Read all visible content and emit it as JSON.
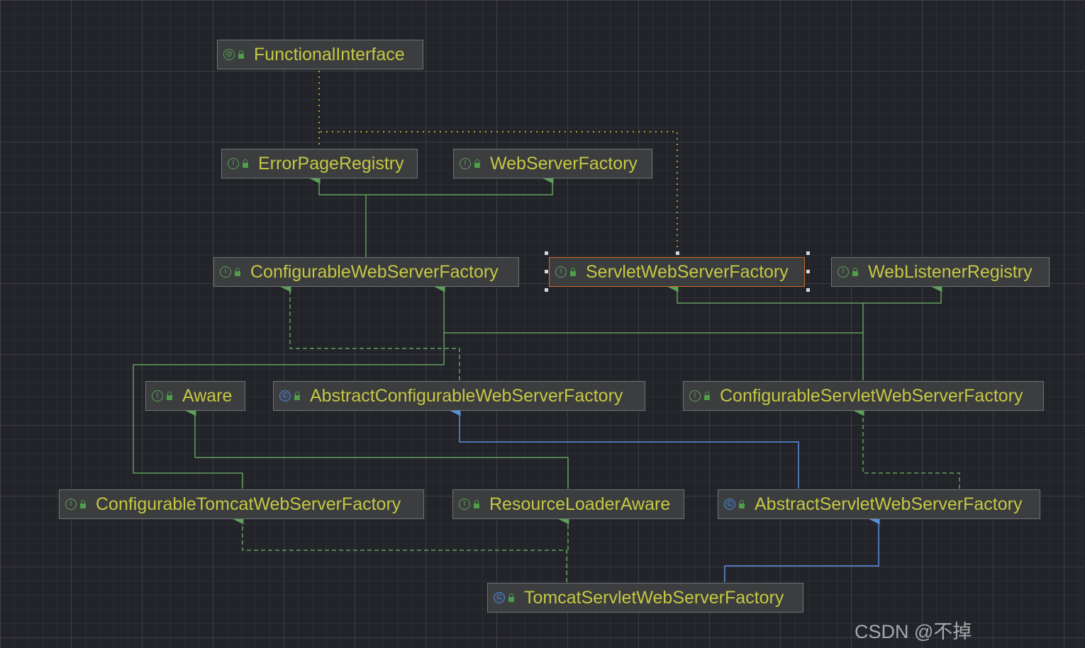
{
  "nodes": {
    "functional_interface": {
      "label": "FunctionalInterface",
      "kind": "annotation",
      "badge": "@"
    },
    "error_page_registry": {
      "label": "ErrorPageRegistry",
      "kind": "interface",
      "badge": "I"
    },
    "web_server_factory": {
      "label": "WebServerFactory",
      "kind": "interface",
      "badge": "I"
    },
    "configurable_web_server_factory": {
      "label": "ConfigurableWebServerFactory",
      "kind": "interface",
      "badge": "I"
    },
    "servlet_web_server_factory": {
      "label": "ServletWebServerFactory",
      "kind": "interface",
      "badge": "I",
      "selected": true
    },
    "web_listener_registry": {
      "label": "WebListenerRegistry",
      "kind": "interface",
      "badge": "I"
    },
    "aware": {
      "label": "Aware",
      "kind": "interface",
      "badge": "I"
    },
    "abstract_configurable_web_server_factory": {
      "label": "AbstractConfigurableWebServerFactory",
      "kind": "abstract-class",
      "badge": "C"
    },
    "configurable_servlet_web_server_factory": {
      "label": "ConfigurableServletWebServerFactory",
      "kind": "interface",
      "badge": "I"
    },
    "configurable_tomcat_web_server_factory": {
      "label": "ConfigurableTomcatWebServerFactory",
      "kind": "interface",
      "badge": "I"
    },
    "resource_loader_aware": {
      "label": "ResourceLoaderAware",
      "kind": "interface",
      "badge": "I"
    },
    "abstract_servlet_web_server_factory": {
      "label": "AbstractServletWebServerFactory",
      "kind": "abstract-class",
      "badge": "C"
    },
    "tomcat_servlet_web_server_factory": {
      "label": "TomcatServletWebServerFactory",
      "kind": "class",
      "badge": "C"
    }
  },
  "relations": [
    {
      "from": "servlet_web_server_factory",
      "to": "functional_interface",
      "type": "annotated-by"
    },
    {
      "from": "configurable_web_server_factory",
      "to": "error_page_registry",
      "type": "extends"
    },
    {
      "from": "configurable_web_server_factory",
      "to": "web_server_factory",
      "type": "extends"
    },
    {
      "from": "configurable_servlet_web_server_factory",
      "to": "servlet_web_server_factory",
      "type": "extends"
    },
    {
      "from": "configurable_servlet_web_server_factory",
      "to": "web_listener_registry",
      "type": "extends"
    },
    {
      "from": "configurable_servlet_web_server_factory",
      "to": "configurable_web_server_factory",
      "type": "extends"
    },
    {
      "from": "abstract_configurable_web_server_factory",
      "to": "configurable_web_server_factory",
      "type": "implements"
    },
    {
      "from": "configurable_tomcat_web_server_factory",
      "to": "configurable_web_server_factory",
      "type": "extends"
    },
    {
      "from": "resource_loader_aware",
      "to": "aware",
      "type": "extends"
    },
    {
      "from": "abstract_servlet_web_server_factory",
      "to": "abstract_configurable_web_server_factory",
      "type": "extends-class"
    },
    {
      "from": "abstract_servlet_web_server_factory",
      "to": "configurable_servlet_web_server_factory",
      "type": "implements"
    },
    {
      "from": "tomcat_servlet_web_server_factory",
      "to": "configurable_tomcat_web_server_factory",
      "type": "implements"
    },
    {
      "from": "tomcat_servlet_web_server_factory",
      "to": "resource_loader_aware",
      "type": "implements"
    },
    {
      "from": "tomcat_servlet_web_server_factory",
      "to": "abstract_servlet_web_server_factory",
      "type": "extends-class"
    }
  ],
  "colors": {
    "label": "#c5c841",
    "interface_edge": "#5fa05a",
    "class_edge": "#5b8fdc",
    "annotation_edge": "#a8a832",
    "selection": "#d06a28"
  },
  "watermark": "CSDN @不掉"
}
